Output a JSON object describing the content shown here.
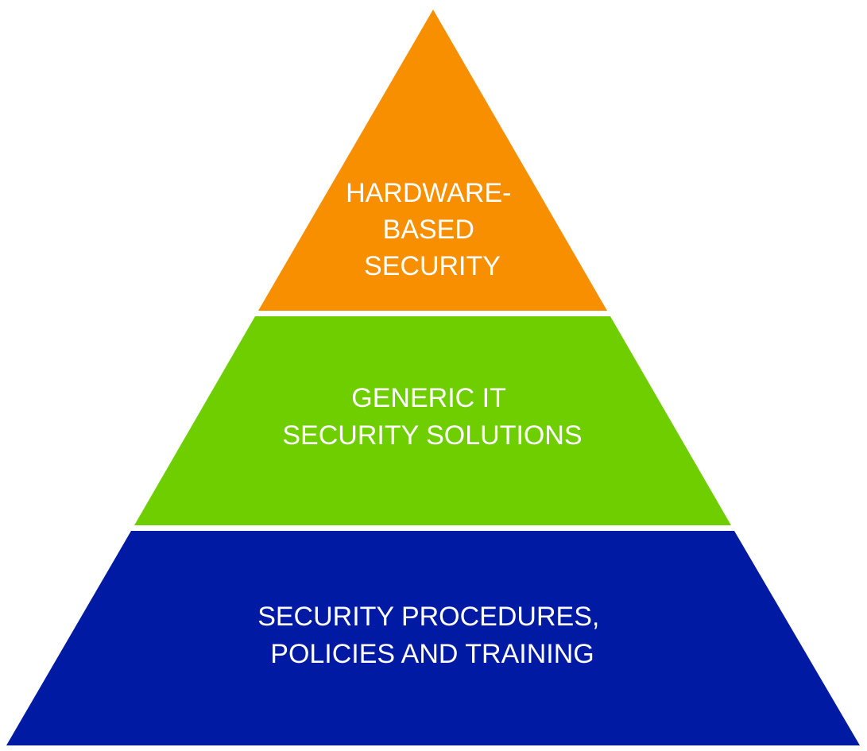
{
  "tiers": [
    {
      "lines": [
        "HARDWARE-",
        "BASED",
        "SECURITY"
      ],
      "color": "#F78F00"
    },
    {
      "lines": [
        "GENERIC IT",
        "SECURITY SOLUTIONS"
      ],
      "color": "#6ECE00"
    },
    {
      "lines": [
        "SECURITY PROCEDURES,",
        "POLICIES AND TRAINING"
      ],
      "color": "#001AA3"
    }
  ]
}
